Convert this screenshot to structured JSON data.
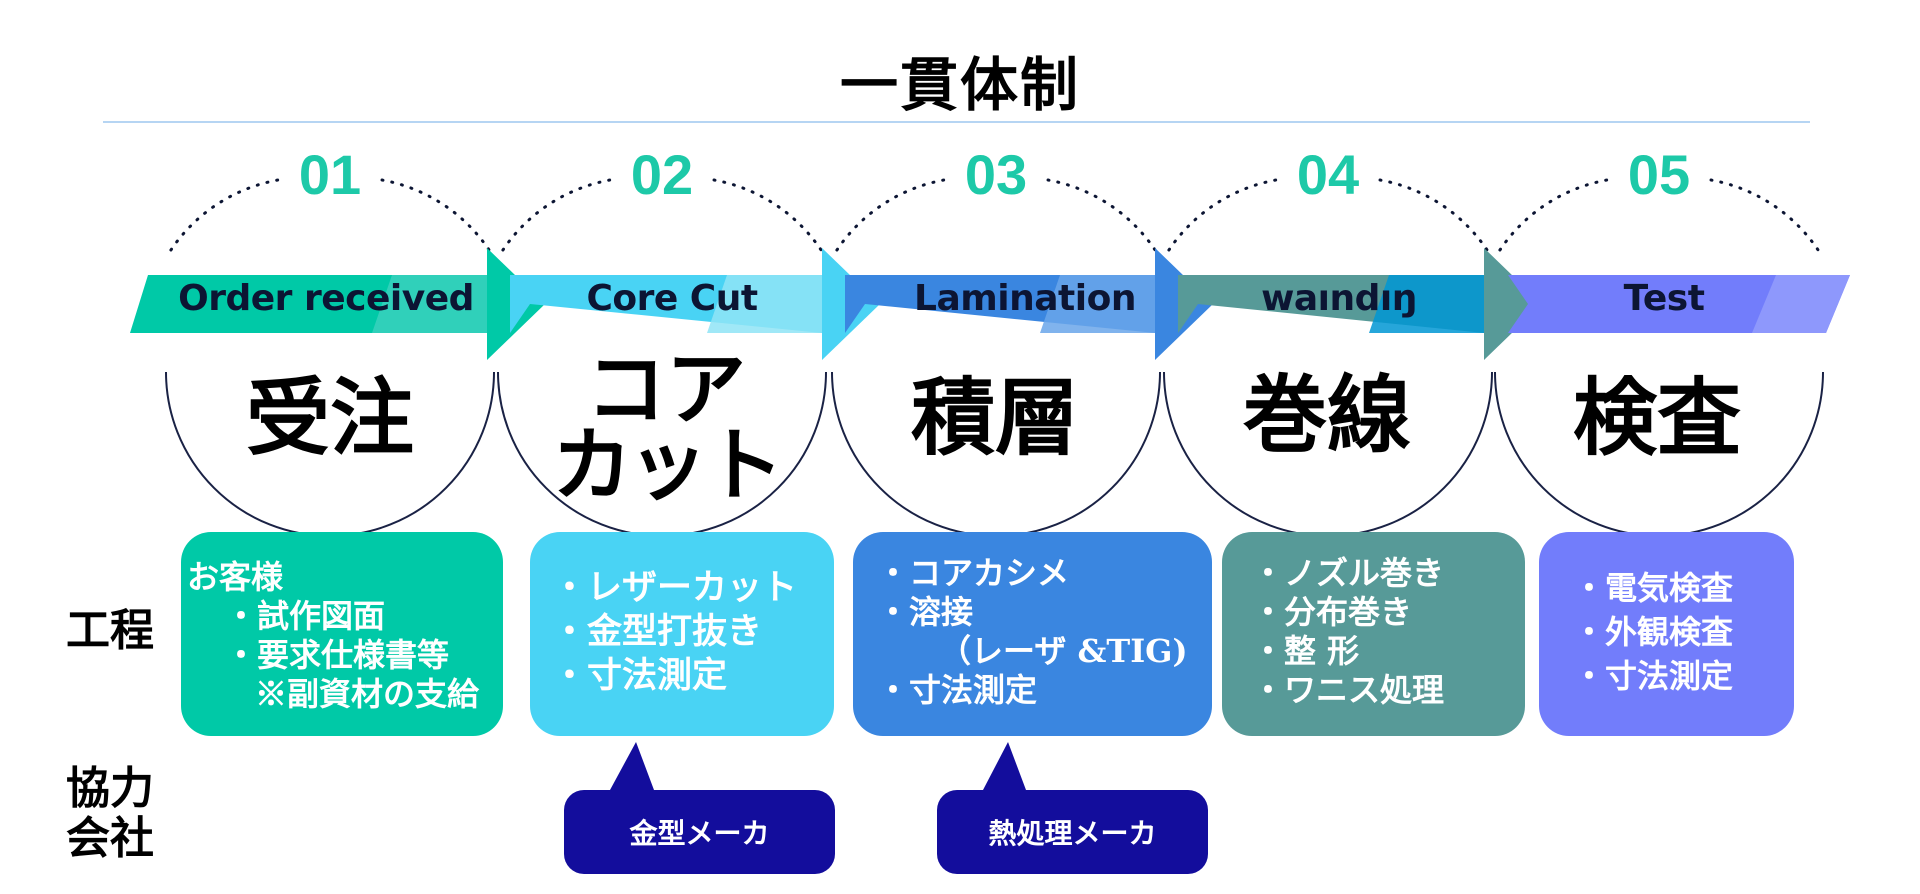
{
  "title": "一貫体制",
  "colors": {
    "accent_number": "#1dc9a8",
    "divider": "#9ec7ef",
    "partner_bg": "#130d9c"
  },
  "steps": [
    {
      "number": "01",
      "en": "Order received",
      "jp_lines": [
        "受注"
      ],
      "color": "#00c9a7",
      "box_lines": [
        "お客様",
        "・試作図面",
        "・要求仕様書等",
        "※副資材の支給"
      ]
    },
    {
      "number": "02",
      "en": "Core Cut",
      "jp_lines": [
        "コア",
        "カット"
      ],
      "color": "#49d3f4",
      "box_lines": [
        "・レザーカット",
        "・金型打抜き",
        "・寸法測定"
      ]
    },
    {
      "number": "03",
      "en": "Lamination",
      "jp_lines": [
        "積層"
      ],
      "color": "#3a86e0",
      "box_lines": [
        "・コアカシメ",
        "・溶接",
        "（レーザ &TIG)",
        "・寸法測定"
      ]
    },
    {
      "number": "04",
      "en": "waındıŋ",
      "jp_lines": [
        "巻線"
      ],
      "color": "#579a98",
      "box_lines": [
        "・ノズル巻き",
        "・分布巻き",
        "・整  形",
        "・ワニス処理"
      ]
    },
    {
      "number": "05",
      "en": "Test",
      "jp_lines": [
        "検査"
      ],
      "color": "#727dfb",
      "box_lines": [
        "・電気検査",
        "・外観検査",
        "・寸法測定"
      ]
    }
  ],
  "row_labels": {
    "process": "工程",
    "partner_line1": "協力",
    "partner_line2": "会社"
  },
  "partners": [
    {
      "label": "金型メーカ",
      "step": "02"
    },
    {
      "label": "熱処理メーカ",
      "step": "03"
    }
  ]
}
